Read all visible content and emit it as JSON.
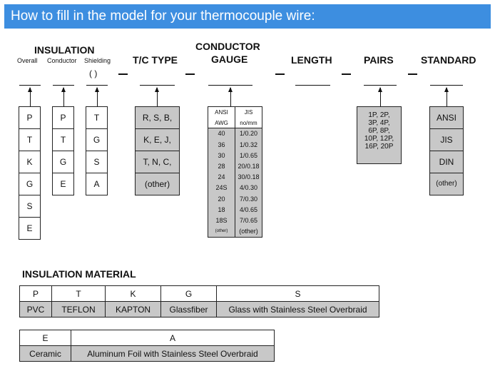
{
  "banner": {
    "title": "How to fill in the model for your thermocouple wire:"
  },
  "headers": {
    "insulation": "INSULATION",
    "overall": "Overall",
    "conductor": "Conductor",
    "shielding": "Shielding",
    "shielding_paren": "(   )",
    "tc_type": "T/C TYPE",
    "conductor_gauge_1": "CONDUCTOR",
    "conductor_gauge_2": "GAUGE",
    "length": "LENGTH",
    "pairs": "PAIRS",
    "standard": "STANDARD"
  },
  "overall_codes": [
    "P",
    "T",
    "K",
    "G",
    "S",
    "E"
  ],
  "conductor_codes": [
    "P",
    "T",
    "G",
    "E"
  ],
  "shielding_codes": [
    "T",
    "G",
    "S",
    "A"
  ],
  "tc_types": [
    "R, S, B,",
    "K, E, J,",
    "T, N, C,",
    "(other)"
  ],
  "gauge": {
    "head_left_1": "ANSI",
    "head_right_1": "JIS",
    "head_left_2": "AWG",
    "head_right_2": "no/mm",
    "rows": [
      [
        "40",
        "1/0.20"
      ],
      [
        "36",
        "1/0.32"
      ],
      [
        "30",
        "1/0.65"
      ],
      [
        "28",
        "20/0.18"
      ],
      [
        "24",
        "30/0.18"
      ],
      [
        "24S",
        "4/0.30"
      ],
      [
        "20",
        "7/0.30"
      ],
      [
        "18",
        "4/0.65"
      ],
      [
        "18S",
        "7/0.65"
      ],
      [
        "(other)",
        "(other)"
      ]
    ]
  },
  "pairs_lines": [
    "1P, 2P,",
    "3P, 4P,",
    "6P, 8P,",
    "10P, 12P,",
    "16P, 20P"
  ],
  "standards": [
    "ANSI",
    "JIS",
    "DIN",
    "(other)"
  ],
  "material": {
    "title": "INSULATION MATERIAL",
    "table1_codes": [
      "P",
      "T",
      "K",
      "G",
      "S"
    ],
    "table1_names": [
      "PVC",
      "TEFLON",
      "KAPTON",
      "Glassfiber",
      "Glass with Stainless Steel Overbraid"
    ],
    "table2_codes": [
      "E",
      "A"
    ],
    "table2_names": [
      "Ceramic",
      "Aluminum Foil with Stainless Steel Overbraid"
    ]
  },
  "colors": {
    "banner": "#3d8ee0",
    "gray_cell": "#c8c8c8"
  }
}
